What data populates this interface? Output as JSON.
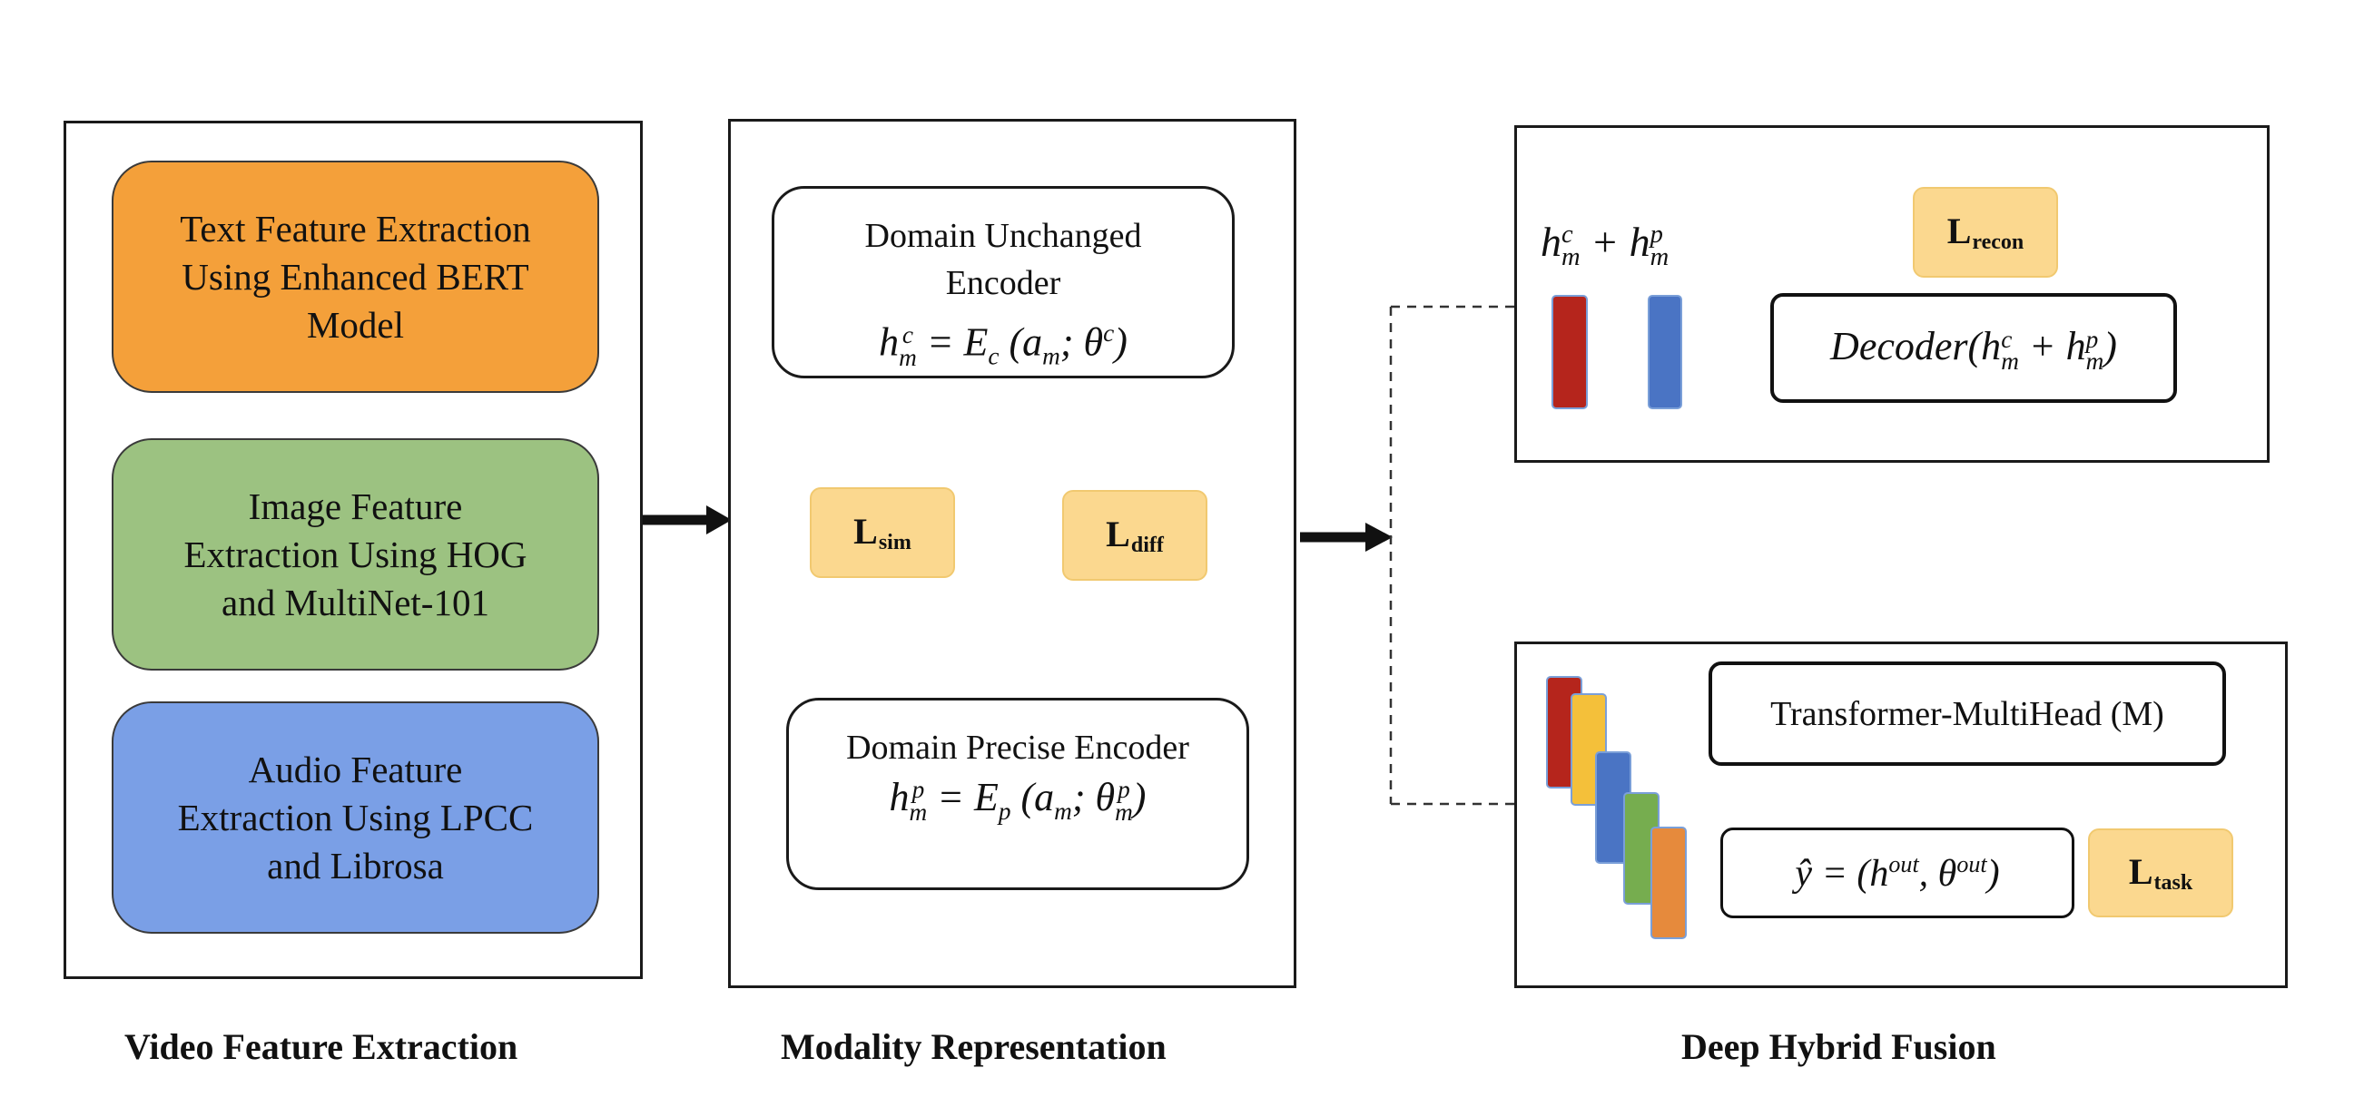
{
  "feature_extraction": {
    "caption": "Video Feature Extraction",
    "text_box": "Text Feature Extraction\nUsing Enhanced BERT\nModel",
    "image_box": "Image Feature\nExtraction Using HOG\nand MultiNet-101",
    "audio_box": "Audio Feature\nExtraction Using LPCC\nand Librosa",
    "colors": {
      "text": "#f4a03a",
      "image": "#9cc281",
      "audio": "#7a9fe6"
    }
  },
  "modality_representation": {
    "caption": "Modality Representation",
    "unchanged_encoder": {
      "title": "Domain Unchanged\nEncoder",
      "formula": "h_m^c = E_c (a_m; θ^c)"
    },
    "precise_encoder": {
      "title": "Domain  Precise  Encoder",
      "formula": "h_m^p = E_p (a_m; θ_m^p)"
    },
    "loss_sim": "L_sim",
    "loss_diff": "L_diff"
  },
  "deep_hybrid_fusion": {
    "caption": "Deep Hybrid Fusion",
    "sum_label": "h_m^c + h_m^p",
    "loss_recon": "L_recon",
    "decoder": "Decoder(h_m^c + h_m^p)",
    "transformer": "Transformer-MultiHead (M)",
    "prediction": "ŷ = (h^out, θ^out)",
    "loss_task": "L_task",
    "colors": {
      "red": "#b5251c",
      "blue": "#4a74c4",
      "yellow": "#f4c03a",
      "green": "#76ad4f",
      "orange": "#e68a3c"
    }
  }
}
